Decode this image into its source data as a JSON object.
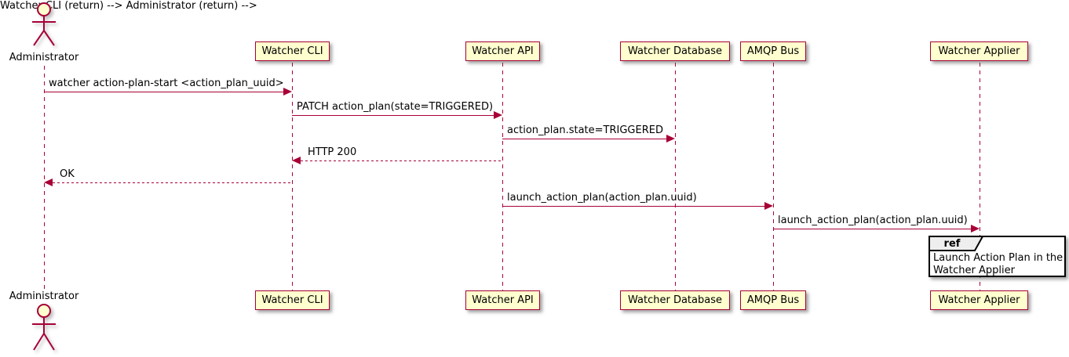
{
  "diagram_type": "plantuml-sequence-diagram",
  "actor": {
    "label": "Administrator"
  },
  "participants": [
    {
      "label": "Watcher CLI"
    },
    {
      "label": "Watcher API"
    },
    {
      "label": "Watcher Database"
    },
    {
      "label": "AMQP Bus"
    },
    {
      "label": "Watcher Applier"
    }
  ],
  "messages": [
    {
      "from": "Administrator",
      "to": "Watcher CLI",
      "label": "watcher action-plan-start <action_plan_uuid>",
      "line": "solid",
      "direction": "right"
    },
    {
      "from": "Watcher CLI",
      "to": "Watcher API",
      "label": "PATCH action_plan(state=TRIGGERED)",
      "line": "solid",
      "direction": "right"
    },
    {
      "from": "Watcher API",
      "to": "Watcher Database",
      "label": "action_plan.state=TRIGGERED",
      "line": "solid",
      "direction": "right"
    },
    {
      "from": "Watcher API",
      "to": "Watcher CLI",
      "label": "HTTP 200",
      "line": "dashed",
      "direction": "left"
    },
    {
      "from": "Watcher CLI",
      "to": "Administrator",
      "label": "OK",
      "line": "dashed",
      "direction": "left"
    },
    {
      "from": "Watcher API",
      "to": "AMQP Bus",
      "label": "launch_action_plan(action_plan.uuid)",
      "line": "solid",
      "direction": "right"
    },
    {
      "from": "AMQP Bus",
      "to": "Watcher Applier",
      "label": "launch_action_plan(action_plan.uuid)",
      "line": "solid",
      "direction": "right"
    }
  ],
  "ref": {
    "keyword": "ref",
    "over": "Watcher Applier",
    "lines": [
      "Launch Action Plan in the",
      "Watcher Applier"
    ]
  },
  "colors": {
    "participant_fill": "#FEFECE",
    "participant_border": "#A80036",
    "lifeline": "#A80036",
    "arrow": "#A80036",
    "text": "#000000",
    "ref_border": "#000000",
    "ref_tab_fill": "#EEEEEE",
    "background": "#FFFFFF"
  }
}
